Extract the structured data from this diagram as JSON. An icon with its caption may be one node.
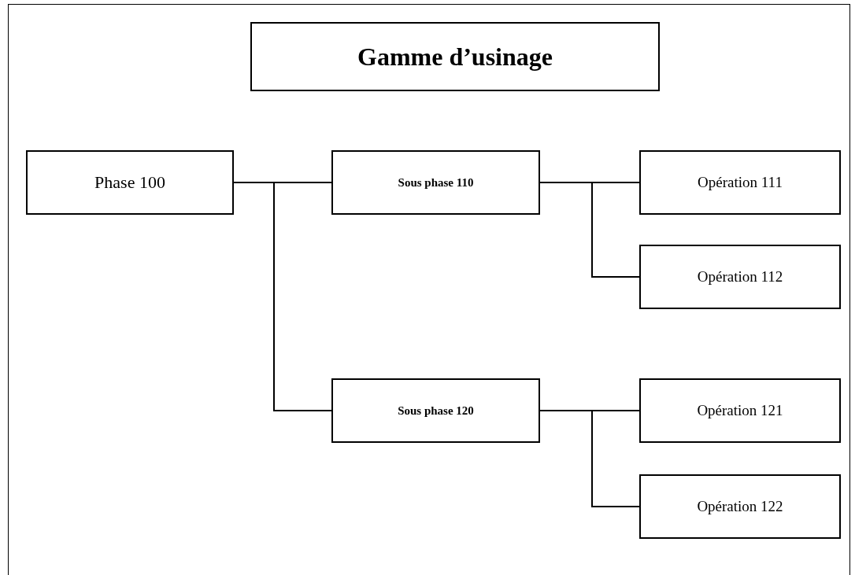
{
  "diagram": {
    "nodes": [
      {
        "text": [
          "Gamme d’usinage"
        ]
      },
      {
        "text": [
          "Phase 100"
        ]
      },
      {
        "text": [
          "Sous phase 110"
        ]
      },
      {
        "text": [
          "Opération 111"
        ]
      },
      {
        "text": [
          "Opération 112"
        ]
      },
      {
        "text": [
          "Sous phase 120"
        ]
      },
      {
        "text": [
          "Opération 121"
        ]
      },
      {
        "text": [
          "Opération 122"
        ]
      }
    ],
    "edges": [
      {
        "from": 1,
        "to": 2,
        "arrow": "none"
      },
      {
        "from": 1,
        "to": 5,
        "arrow": "none"
      },
      {
        "from": 2,
        "to": 3,
        "arrow": "none"
      },
      {
        "from": 2,
        "to": 4,
        "arrow": "none"
      },
      {
        "from": 5,
        "to": 6,
        "arrow": "none"
      },
      {
        "from": 5,
        "to": 7,
        "arrow": "none"
      }
    ]
  }
}
